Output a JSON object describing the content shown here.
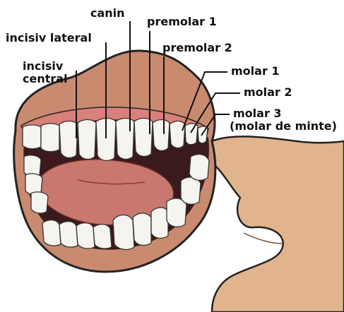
{
  "labels": {
    "canin": "canin",
    "incisiv_lateral": "incisiv lateral",
    "incisiv_central_line1": "incisiv",
    "incisiv_central_line2": "central",
    "premolar_1": "premolar 1",
    "premolar_2": "premolar 2",
    "molar_1": "molar 1",
    "molar_2": "molar 2",
    "molar_3": "molar 3",
    "molar_3_note": "(molar de minte)"
  },
  "colors": {
    "skin": "#e2b48c",
    "lip": "#c98a70",
    "gum": "#d9807a",
    "tongue": "#c8786e",
    "mouth_dark": "#3a1a1a",
    "tooth": "#f6f4ee",
    "outline": "#222222"
  }
}
